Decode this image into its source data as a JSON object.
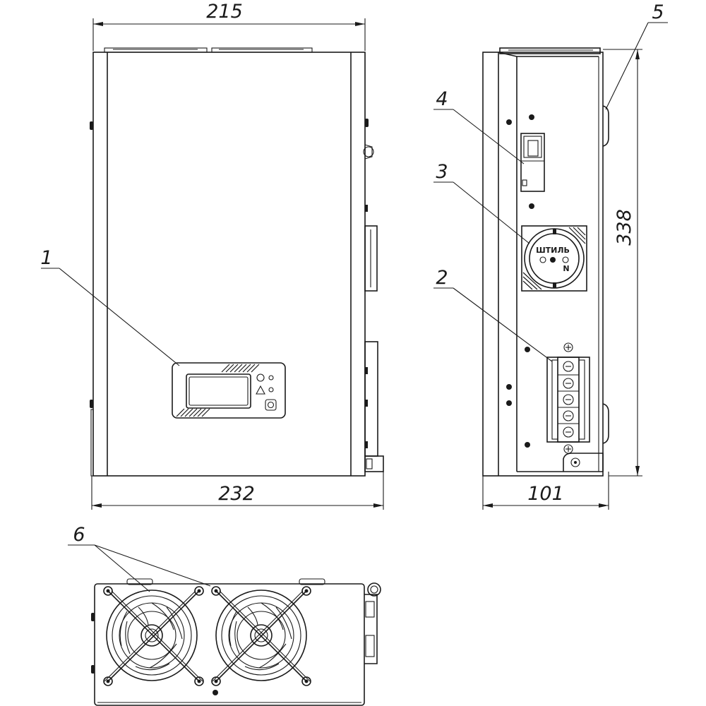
{
  "dimensions": {
    "top_width": "215",
    "bottom_width": "232",
    "side_depth": "101",
    "height": "338"
  },
  "callouts": [
    "1",
    "2",
    "3",
    "4",
    "5",
    "6"
  ],
  "socket_text": {
    "brand": "ШТИЛЬ",
    "neutral": "N"
  }
}
